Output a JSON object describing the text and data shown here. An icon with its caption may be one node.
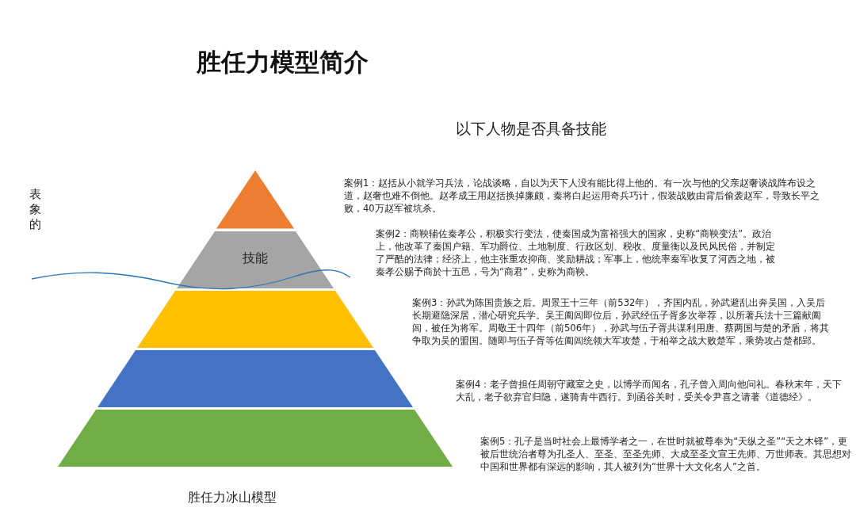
{
  "diagram": {
    "title": "胜任力模型简介",
    "caption": "胜任力冰山模型",
    "nodes": [
      {
        "text": [],
        "shape": "triangle"
      },
      {
        "text": [
          "技能"
        ]
      },
      {
        "text": [],
        "shape": "trapezoid"
      },
      {
        "text": [],
        "shape": "trapezoid"
      },
      {
        "text": [],
        "shape": "trapezoid"
      }
    ],
    "edges": [],
    "labels": [
      "表象的",
      "以下人物是否具备技能",
      "案例1：赵括从小就学习兵法，论战谈略，自以为天下人没有能比得上他的。有一次与他的父亲赵奢谈战阵布设之道，赵奢也难不倒他。赵孝成王用赵括换掉廉颇，秦将白起运用奇兵巧计，假装战败由背后偷袭赵军，导致长平之败，40万赵军被坑杀。",
      "案例2：商鞅辅佐秦孝公，积极实行变法，使秦国成为富裕强大的国家，史称“商鞅变法”。政治上，他改革了秦国户籍、军功爵位、土地制度、行政区划、税收、度量衡以及民风民俗，并制定了严酷的法律；经济上，他主张重农抑商、奖励耕战；军事上，他统率秦军收复了河西之地，被秦孝公赐予商於十五邑，号为“商君”，史称为商鞅。",
      "案例3：孙武为陈国贵族之后。周景王十三年（前532年），齐国内乱，孙武避乱出奔吴国，入吴后长期避隐深居，潜心研究兵学。吴王阖闾即位后，孙武经伍子胥多次举荐，以所著兵法十三篇献阖闾，被任为将军。周敬王十四年（前506年），孙武与伍子胥共谋利用唐、蔡两国与楚的矛盾，将其争取为吴的盟国。随即与伍子胥等佐阖闾统领大军攻楚，于柏举之战大败楚军，乘势攻占楚都郢。",
      "案例4：老子曾担任周朝守藏室之史，以博学而闻名，孔子曾入周向他问礼。春秋末年，天下大乱，老子欲弃官归隐，遂骑青牛西行。到函谷关时，受关令尹喜之请著《道德经》。",
      "案例5：孔子是当时社会上最博学者之一，在世时就被尊奉为“天纵之圣”“天之木铎”，更被后世统治者尊为孔圣人、至圣、至圣先师、大成至圣文宣王先师、万世师表。其思想对中国和世界都有深远的影响，其人被列为“世界十大文化名人”之首。"
    ]
  }
}
